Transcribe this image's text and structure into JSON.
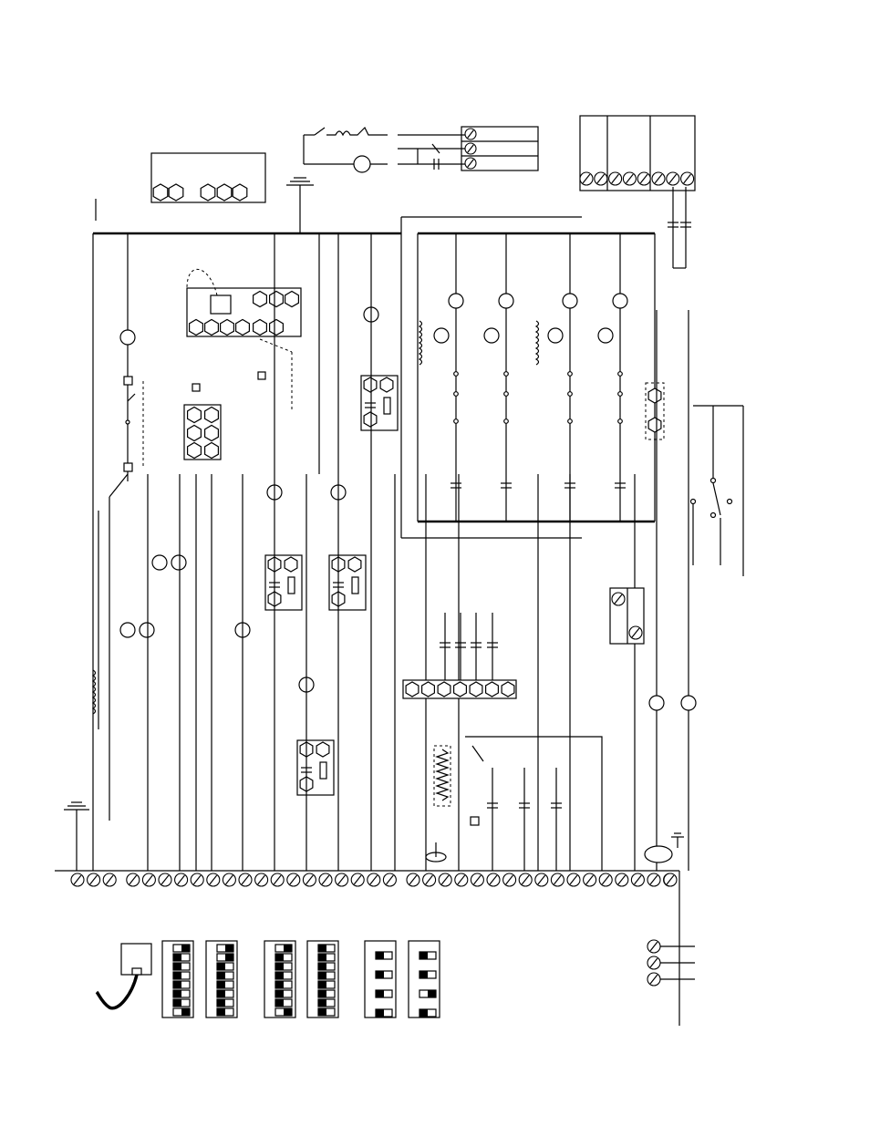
{
  "diagram": {
    "kind": "electrical-wiring-schematic",
    "printed_text": [],
    "colors": {
      "ink": "#000000",
      "paper": "#ffffff"
    },
    "components": {
      "bottom_terminal_strip": {
        "count": 38,
        "icon": "screw-terminal-icon"
      },
      "top_right_terminal_block": {
        "count": 8,
        "icon": "screw-terminal-icon"
      },
      "top_center_terminal_block": {
        "count": 3,
        "icon": "screw-terminal-icon"
      },
      "side_terminals": {
        "count": 3,
        "icon": "screw-terminal-icon"
      },
      "relay_panel_count": 4,
      "dip_switch_banks": [
        {
          "positions": 8,
          "states": [
            0,
            1,
            1,
            1,
            1,
            1,
            1,
            0
          ]
        },
        {
          "positions": 8,
          "states": [
            0,
            0,
            1,
            1,
            1,
            1,
            1,
            1
          ]
        },
        {
          "positions": 8,
          "states": [
            0,
            1,
            1,
            1,
            1,
            1,
            1,
            0
          ]
        },
        {
          "positions": 8,
          "states": [
            1,
            1,
            1,
            1,
            1,
            1,
            1,
            1
          ]
        },
        {
          "positions": 4,
          "states": [
            1,
            1,
            1,
            1
          ]
        },
        {
          "positions": 4,
          "states": [
            1,
            1,
            0,
            1
          ]
        }
      ],
      "ground_symbols": 3,
      "heater_coils": 4
    }
  }
}
